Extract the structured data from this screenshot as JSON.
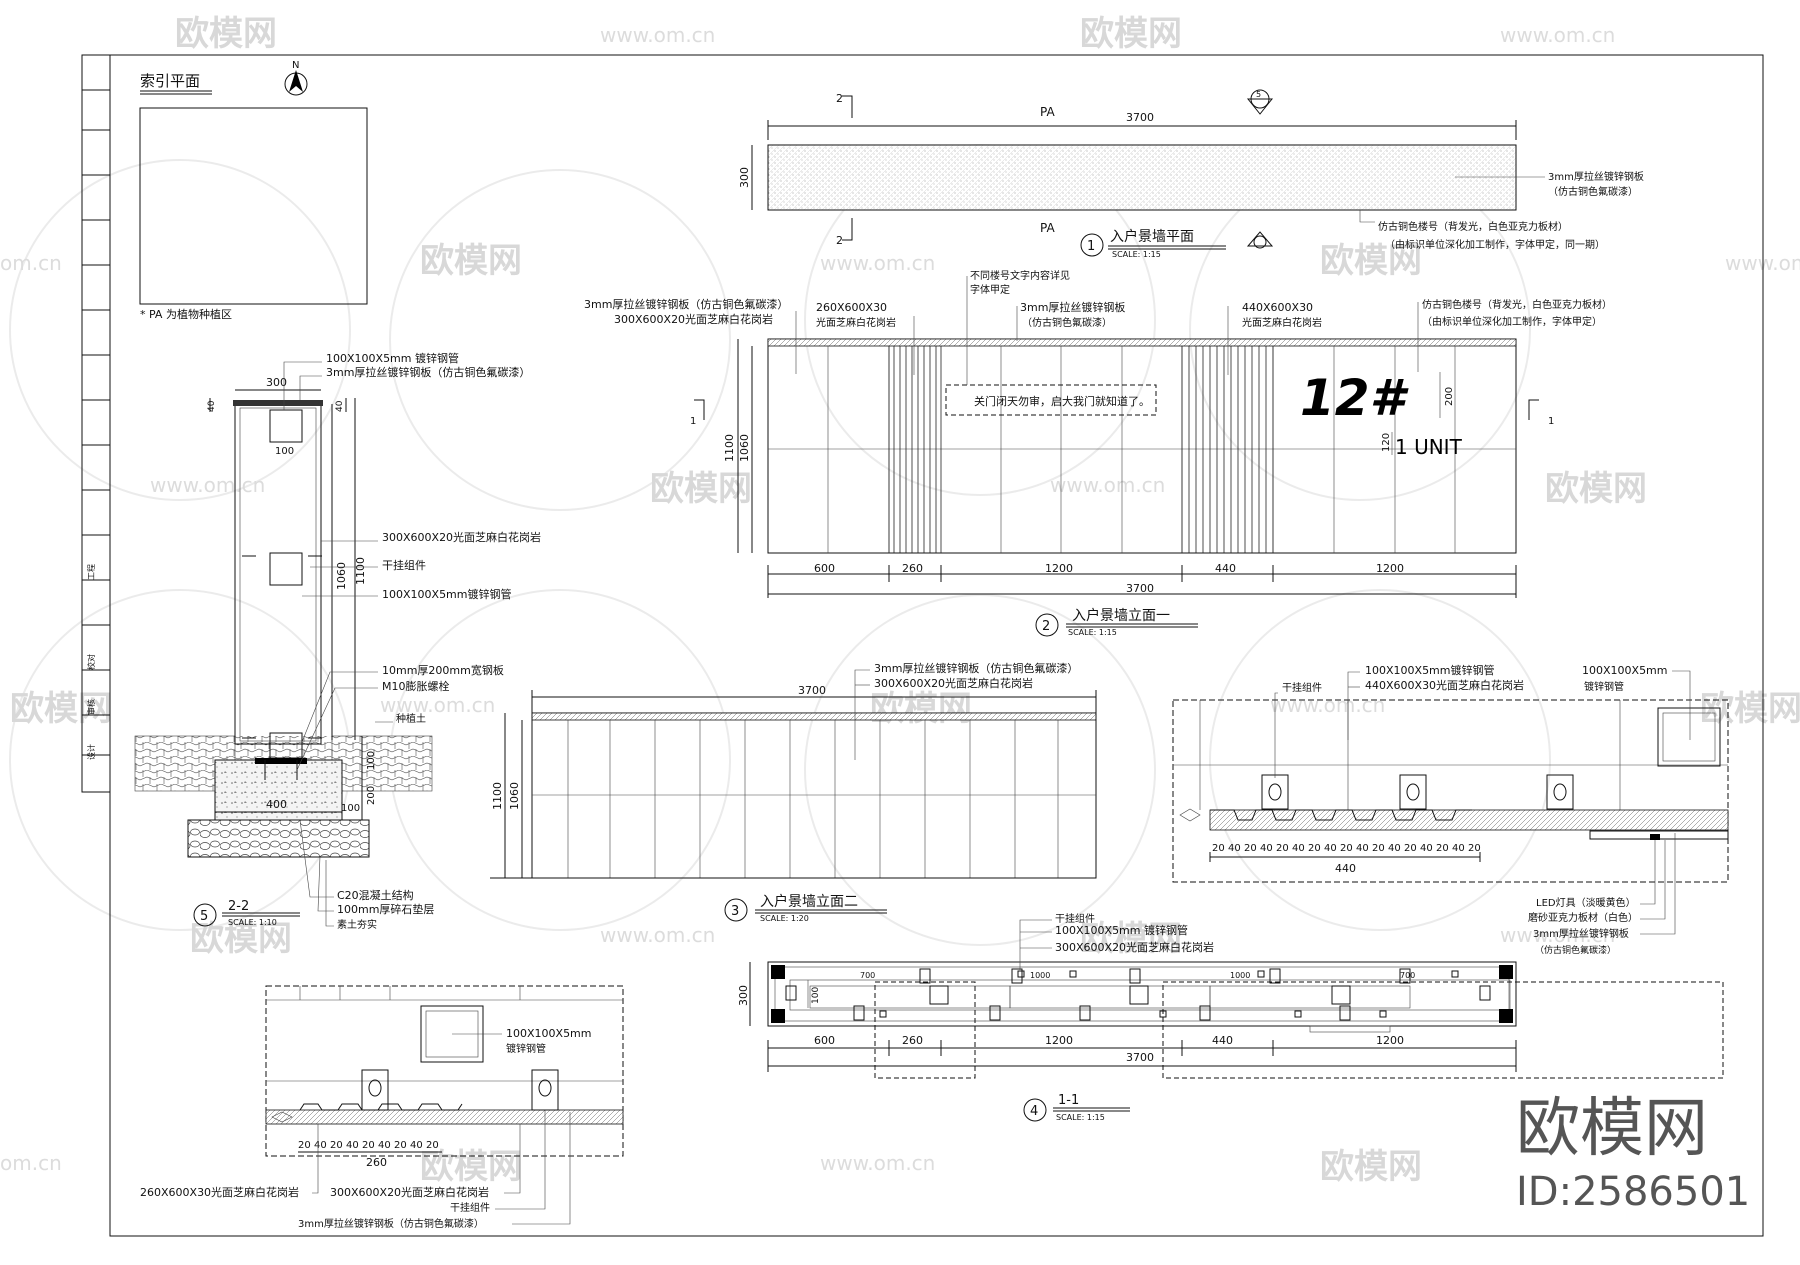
{
  "watermark": {
    "brand": "欧模网",
    "url": "www.om.cn",
    "url_short": "om.cn",
    "id": "ID:2586501"
  },
  "index_plan": {
    "title": "索引平面",
    "north": "N",
    "note": "* PA 为植物种植区"
  },
  "plan1": {
    "width": "3700",
    "depth": "300",
    "pa_top": "PA",
    "pa_bottom": "PA",
    "mark": "2",
    "num": "1",
    "title": "入户景墙平面",
    "scale": "SCALE:  1:15",
    "note_plate": "3mm厚拉丝镀锌钢板",
    "note_plate_b": "（仿古铜色氟碳漆）",
    "note_sign": "仿古铜色楼号（背发光，白色亚克力板材）",
    "note_sign_b": "（由标识单位深化加工制作，字体甲定，同一期）",
    "sym": "5"
  },
  "elev1": {
    "num": "2",
    "title": "入户景墙立面一",
    "scale": "SCALE:  1:15",
    "sign_big": "12#",
    "sign_unit": "1 UNIT",
    "placard": "关门闭天勿审，启大我门就知道了。",
    "h_total": "1100",
    "h_inner": "1060",
    "h_sign": "200",
    "h_unit": "120",
    "dims": [
      "600",
      "260",
      "1200",
      "440",
      "1200"
    ],
    "total": "3700",
    "sec": "1",
    "callouts": {
      "a": "3mm厚拉丝镀锌钢板（仿古铜色氟碳漆）",
      "b": "300X600X20光面芝麻白花岗岩",
      "c": "260X600X30",
      "c2": "光面芝麻白花岗岩",
      "d": "不同楼号文字内容详见",
      "d2": "字体甲定",
      "e": "3mm厚拉丝镀锌钢板",
      "e2": "（仿古铜色氟碳漆）",
      "f": "440X600X30",
      "f2": "光面芝麻白花岗岩",
      "g": "仿古铜色楼号（背发光，白色亚克力板材）",
      "g2": "（由标识单位深化加工制作，字体甲定）"
    }
  },
  "section22": {
    "num": "5",
    "title": "2-2",
    "scale": "SCALE:  1:10",
    "top_w": "300",
    "dim_40a": "40",
    "dim_40b": "40",
    "dim_100a": "100",
    "dim_100b": "100",
    "dim_100c": "100",
    "dim_100d": "100",
    "dim_1060": "1060",
    "dim_1100": "1100",
    "dim_200": "200",
    "dim_400": "400",
    "callouts": {
      "a": "100X100X5mm 镀锌钢管",
      "b": "3mm厚拉丝镀锌钢板（仿古铜色氟碳漆）",
      "c": "300X600X20光面芝麻白花岗岩",
      "d": "干挂组件",
      "e": "100X100X5mm镀锌钢管",
      "f": "10mm厚200mm宽钢板",
      "g": "M10膨胀螺栓",
      "h": "种植土",
      "i": "C20混凝土结构",
      "j": "100mm厚碎石垫层",
      "k": "素土夯实"
    }
  },
  "elev2": {
    "num": "3",
    "title": "入户景墙立面二",
    "scale": "SCALE:  1:20",
    "width": "3700",
    "h_total": "1100",
    "h_inner": "1060",
    "callouts": {
      "a": "3mm厚拉丝镀锌钢板（仿古铜色氟碳漆）",
      "b": "300X600X20光面芝麻白花岗岩"
    }
  },
  "detail_right": {
    "callouts": {
      "a": "干挂组件",
      "b": "100X100X5mm镀锌钢管",
      "c": "440X600X30光面芝麻白花岗岩",
      "d": "100X100X5mm",
      "d2": "镀锌钢管",
      "e": "LED灯具（淡暖黄色）",
      "f": "磨砂亚克力板材（白色）",
      "g": "3mm厚拉丝镀锌钢板",
      "g2": "（仿古铜色氟碳漆）"
    },
    "seq": [
      "20",
      "40",
      "20",
      "40",
      "20",
      "40",
      "20",
      "40",
      "20",
      "40",
      "20",
      "40",
      "20",
      "40",
      "20",
      "40",
      "20"
    ],
    "total": "440"
  },
  "section11": {
    "num": "4",
    "title": "1-1",
    "scale": "SCALE:  1:15",
    "depth": "300",
    "inner": "100",
    "seg_700a": "700",
    "seg_1000a": "1000",
    "seg_1000b": "1000",
    "seg_700b": "700",
    "dims": [
      "600",
      "260",
      "1200",
      "440",
      "1200"
    ],
    "total": "3700",
    "callouts": {
      "a": "干挂组件",
      "b": "100X100X5mm 镀锌钢管",
      "c": "300X600X20光面芝麻白花岗岩"
    }
  },
  "detail_left": {
    "callouts": {
      "a": "100X100X5mm",
      "a2": "镀锌钢管",
      "b": "260X600X30光面芝麻白花岗岩",
      "c": "300X600X20光面芝麻白花岗岩",
      "d": "干挂组件",
      "e": "3mm厚拉丝镀锌钢板（仿古铜色氟碳漆）"
    },
    "seq": [
      "20",
      "40",
      "20",
      "40",
      "20",
      "40",
      "20",
      "40",
      "20"
    ],
    "total": "260"
  },
  "titleblock": {
    "a": "设计",
    "b": "审核",
    "c": "校对",
    "d": "工程"
  }
}
